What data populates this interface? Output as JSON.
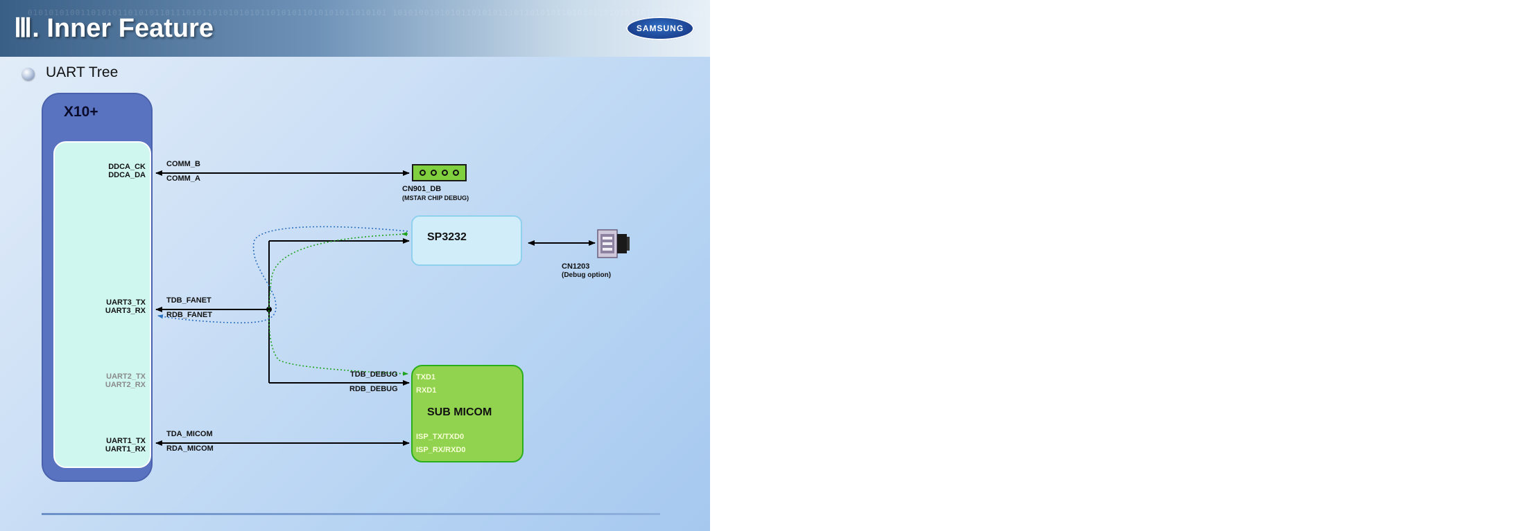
{
  "header": {
    "title": "Ⅲ. Inner Feature",
    "logo": "SAMSUNG",
    "binary_text": "01010101001101010110101011011101011010101010110101011010101011010101 1010100101010110101011101101010110101011010101101010011010101010101101 0110101011010101101010110010101101010110101011010101010110101011010101 1010101101010110101011010110101011010101101010110101011010101101010110"
  },
  "subtitle": "UART Tree",
  "main_chip": {
    "label": "X10+",
    "pins": {
      "ddca": [
        "DDCA_CK",
        "DDCA_DA"
      ],
      "uart3": [
        "UART3_TX",
        "UART3_RX"
      ],
      "uart2": [
        "UART2_TX",
        "UART2_RX"
      ],
      "uart1": [
        "UART1_TX",
        "UART1_RX"
      ]
    }
  },
  "signals": {
    "comm_b": "COMM_B",
    "comm_a": "COMM_A",
    "tdb_fanet": "TDB_FANET",
    "rdb_fanet": "RDB_FANET",
    "tdb_debug": "TDB_DEBUG",
    "rdb_debug": "RDB_DEBUG",
    "tda_micom": "TDA_MICOM",
    "rda_micom": "RDA_MICOM"
  },
  "cn901": {
    "label": "CN901_DB",
    "sub": "(MSTAR CHIP DEBUG)"
  },
  "sp3232": {
    "label": "SP3232"
  },
  "cn1203": {
    "label": "CN1203",
    "sub": "(Debug option)"
  },
  "sub_micom": {
    "label": "SUB MICOM",
    "pins": [
      "TXD1",
      "RXD1",
      "ISP_TX/TXD0",
      "ISP_RX/RXD0"
    ]
  },
  "colors": {
    "x10_outer": "#5a73c0",
    "x10_inner": "#cff6ef",
    "sp3232_fill": "#d2edfa",
    "micom_fill": "#91d34f",
    "green_path": "#1fa31f",
    "blue_path": "#2a6fc0"
  }
}
